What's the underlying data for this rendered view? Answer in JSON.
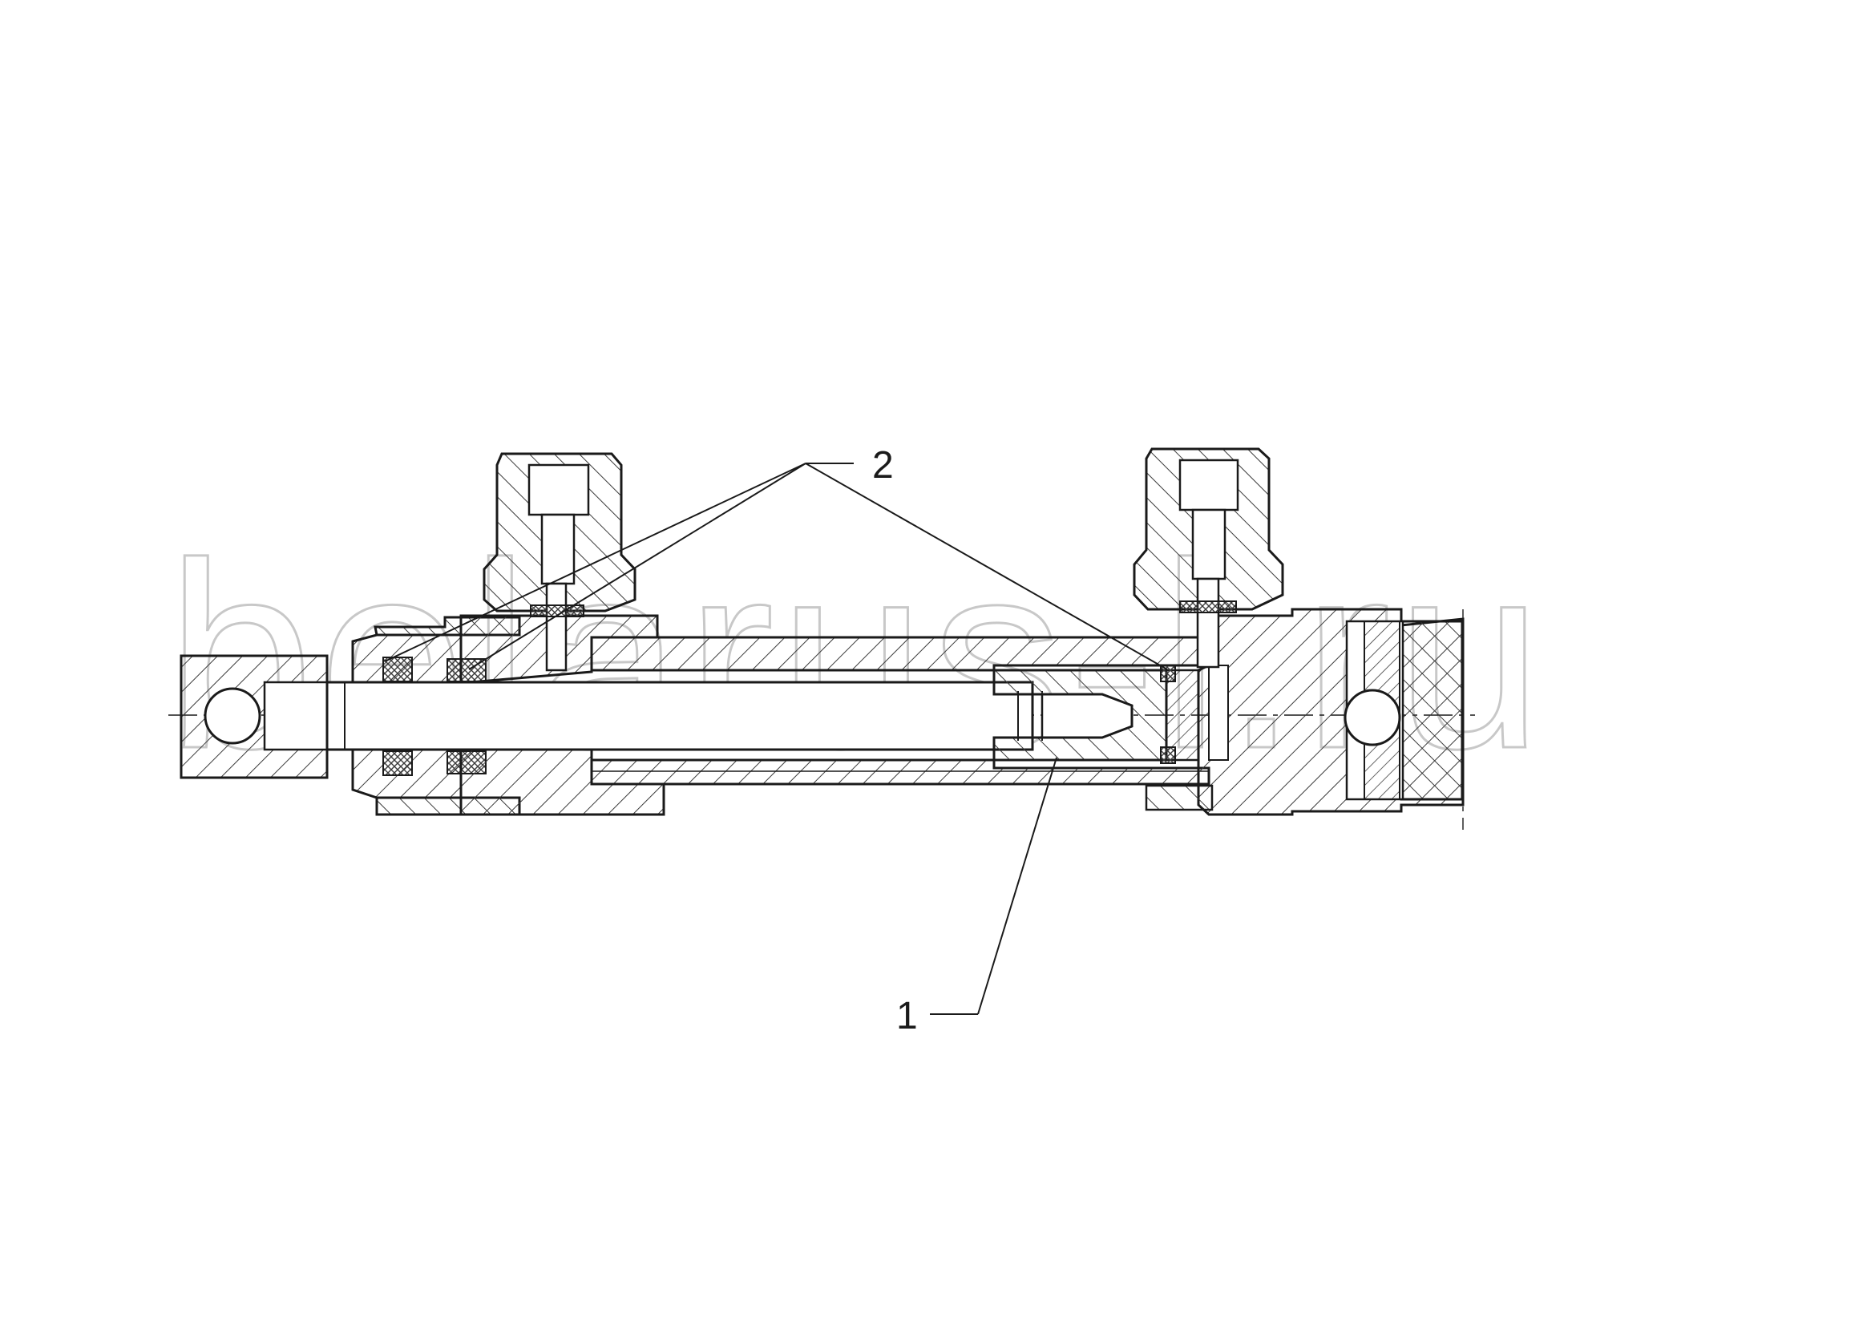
{
  "drawing": {
    "callouts": [
      {
        "id": "callout-1",
        "label": "1"
      },
      {
        "id": "callout-2",
        "label": "2"
      }
    ],
    "watermark": "belarus-l.ru"
  },
  "colors": {
    "line": "#1a1a1a",
    "hatch": "#3a3a3a",
    "watermark": "#c8c8c8",
    "background": "#ffffff"
  }
}
